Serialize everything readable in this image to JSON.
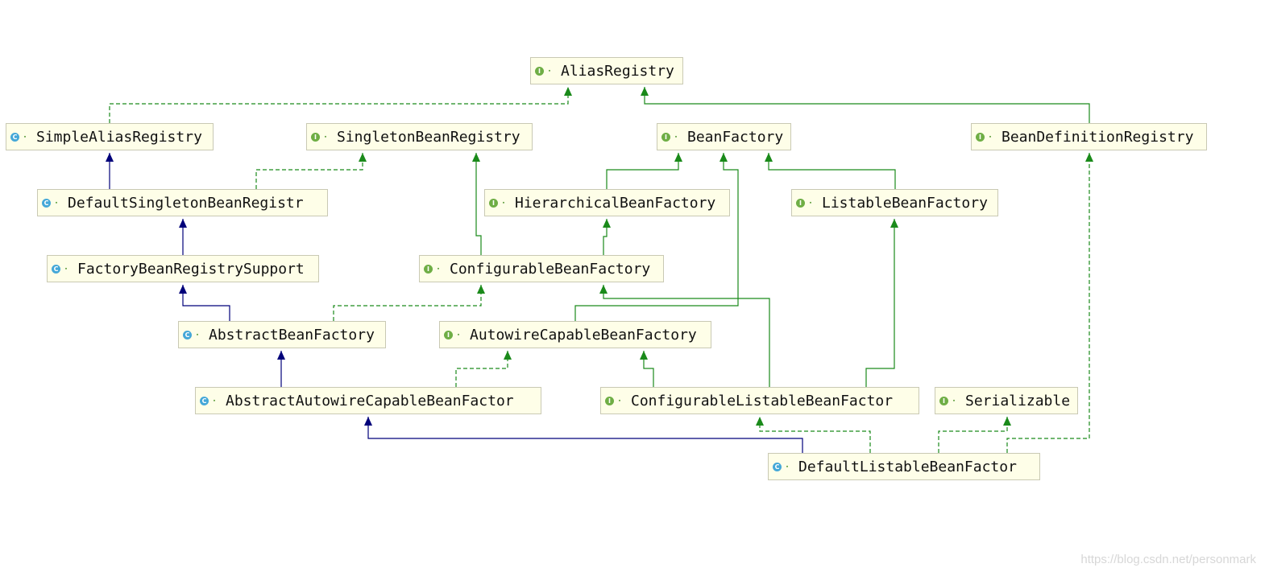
{
  "colors": {
    "implements_edge": "#1a8a1a",
    "extends_edge": "#00007a",
    "node_fill": "#fefee8",
    "node_border": "#c9c9b4",
    "interface_icon": "#6fae45",
    "class_icon": "#45a8d8"
  },
  "nodes": [
    {
      "id": "AliasRegistry",
      "label": "AliasRegistry",
      "kind": "interface",
      "icon": "interface-icon"
    },
    {
      "id": "SimpleAliasRegistry",
      "label": "SimpleAliasRegistry",
      "kind": "class",
      "icon": "class-icon"
    },
    {
      "id": "SingletonBeanRegistry",
      "label": "SingletonBeanRegistry",
      "kind": "interface",
      "icon": "interface-icon"
    },
    {
      "id": "BeanFactory",
      "label": "BeanFactory",
      "kind": "interface",
      "icon": "interface-icon"
    },
    {
      "id": "BeanDefinitionRegistry",
      "label": "BeanDefinitionRegistry",
      "kind": "interface",
      "icon": "interface-icon"
    },
    {
      "id": "DefaultSingletonBeanRegistry",
      "label": "DefaultSingletonBeanRegistr",
      "kind": "class",
      "icon": "class-icon"
    },
    {
      "id": "HierarchicalBeanFactory",
      "label": "HierarchicalBeanFactory",
      "kind": "interface",
      "icon": "interface-icon"
    },
    {
      "id": "ListableBeanFactory",
      "label": "ListableBeanFactory",
      "kind": "interface",
      "icon": "interface-icon"
    },
    {
      "id": "FactoryBeanRegistrySupport",
      "label": "FactoryBeanRegistrySupport",
      "kind": "class",
      "icon": "class-icon"
    },
    {
      "id": "ConfigurableBeanFactory",
      "label": "ConfigurableBeanFactory",
      "kind": "interface",
      "icon": "interface-icon"
    },
    {
      "id": "AbstractBeanFactory",
      "label": "AbstractBeanFactory",
      "kind": "class",
      "icon": "class-icon"
    },
    {
      "id": "AutowireCapableBeanFactory",
      "label": "AutowireCapableBeanFactory",
      "kind": "interface",
      "icon": "interface-icon"
    },
    {
      "id": "AbstractAutowireCapableBeanFactory",
      "label": "AbstractAutowireCapableBeanFactor",
      "kind": "class",
      "icon": "class-icon"
    },
    {
      "id": "ConfigurableListableBeanFactory",
      "label": "ConfigurableListableBeanFactor",
      "kind": "interface",
      "icon": "interface-icon"
    },
    {
      "id": "Serializable",
      "label": "Serializable",
      "kind": "interface",
      "icon": "interface-icon"
    },
    {
      "id": "DefaultListableBeanFactory",
      "label": "DefaultListableBeanFactor",
      "kind": "class",
      "icon": "class-icon"
    }
  ],
  "edges": [
    {
      "from": "SimpleAliasRegistry",
      "to": "AliasRegistry",
      "type": "implements"
    },
    {
      "from": "BeanDefinitionRegistry",
      "to": "AliasRegistry",
      "type": "extends-interface"
    },
    {
      "from": "DefaultSingletonBeanRegistry",
      "to": "SimpleAliasRegistry",
      "type": "extends"
    },
    {
      "from": "DefaultSingletonBeanRegistry",
      "to": "SingletonBeanRegistry",
      "type": "implements"
    },
    {
      "from": "HierarchicalBeanFactory",
      "to": "BeanFactory",
      "type": "extends-interface"
    },
    {
      "from": "ListableBeanFactory",
      "to": "BeanFactory",
      "type": "extends-interface"
    },
    {
      "from": "FactoryBeanRegistrySupport",
      "to": "DefaultSingletonBeanRegistry",
      "type": "extends"
    },
    {
      "from": "ConfigurableBeanFactory",
      "to": "SingletonBeanRegistry",
      "type": "extends-interface"
    },
    {
      "from": "ConfigurableBeanFactory",
      "to": "HierarchicalBeanFactory",
      "type": "extends-interface"
    },
    {
      "from": "AbstractBeanFactory",
      "to": "FactoryBeanRegistrySupport",
      "type": "extends"
    },
    {
      "from": "AbstractBeanFactory",
      "to": "ConfigurableBeanFactory",
      "type": "implements"
    },
    {
      "from": "AutowireCapableBeanFactory",
      "to": "BeanFactory",
      "type": "extends-interface"
    },
    {
      "from": "AbstractAutowireCapableBeanFactory",
      "to": "AbstractBeanFactory",
      "type": "extends"
    },
    {
      "from": "AbstractAutowireCapableBeanFactory",
      "to": "AutowireCapableBeanFactory",
      "type": "implements"
    },
    {
      "from": "ConfigurableListableBeanFactory",
      "to": "AutowireCapableBeanFactory",
      "type": "extends-interface"
    },
    {
      "from": "ConfigurableListableBeanFactory",
      "to": "ConfigurableBeanFactory",
      "type": "extends-interface"
    },
    {
      "from": "ConfigurableListableBeanFactory",
      "to": "ListableBeanFactory",
      "type": "extends-interface"
    },
    {
      "from": "DefaultListableBeanFactory",
      "to": "AbstractAutowireCapableBeanFactory",
      "type": "extends"
    },
    {
      "from": "DefaultListableBeanFactory",
      "to": "ConfigurableListableBeanFactory",
      "type": "implements"
    },
    {
      "from": "DefaultListableBeanFactory",
      "to": "Serializable",
      "type": "implements"
    },
    {
      "from": "DefaultListableBeanFactory",
      "to": "BeanDefinitionRegistry",
      "type": "implements"
    }
  ],
  "watermark": "https://blog.csdn.net/personmark"
}
